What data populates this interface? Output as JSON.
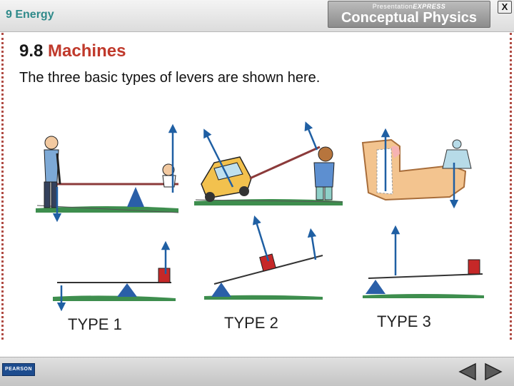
{
  "header": {
    "chapter": "9 Energy",
    "brand_small_prefix": "Presentation",
    "brand_small_emph": "EXPRESS",
    "brand_title": "Conceptual Physics",
    "close_label": "X"
  },
  "slide": {
    "section_number": "9.8",
    "section_name": "Machines",
    "body": "The three basic types of levers are shown here."
  },
  "figure": {
    "type1_label": "TYPE 1",
    "type2_label": "TYPE 2",
    "type3_label": "TYPE 3"
  },
  "footer": {
    "publisher": "PEARSON",
    "prev_icon": "triangle-left-icon",
    "next_icon": "triangle-right-icon"
  },
  "colors": {
    "accent_red": "#c0392b",
    "chapter_teal": "#2f8a8a",
    "arrow_blue": "#1f5fa3",
    "fulcrum_blue": "#2a5fa8",
    "weight_red": "#c62828",
    "rail_red": "#b04b43"
  }
}
